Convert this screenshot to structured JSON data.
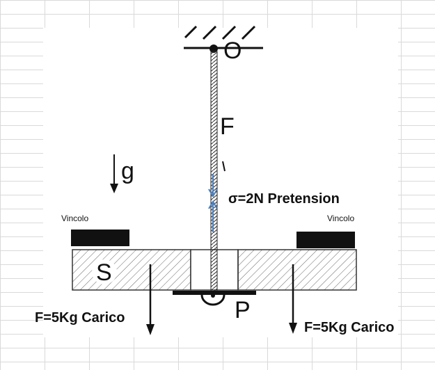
{
  "labels": {
    "origin": "O",
    "wire": "F",
    "gravity": "g",
    "pretension": "σ=2N  Pretension",
    "constraint_left": "Vincolo",
    "constraint_right": "Vincolo",
    "mass": "S",
    "pin": "P",
    "load_left": "F=5Kg  Carico",
    "load_right": "F=5Kg  Carico"
  },
  "colors": {
    "line": "#111111",
    "hatch": "#555555",
    "arrow_blue": "#4a7ebb",
    "grid": "#d9d9d9"
  }
}
